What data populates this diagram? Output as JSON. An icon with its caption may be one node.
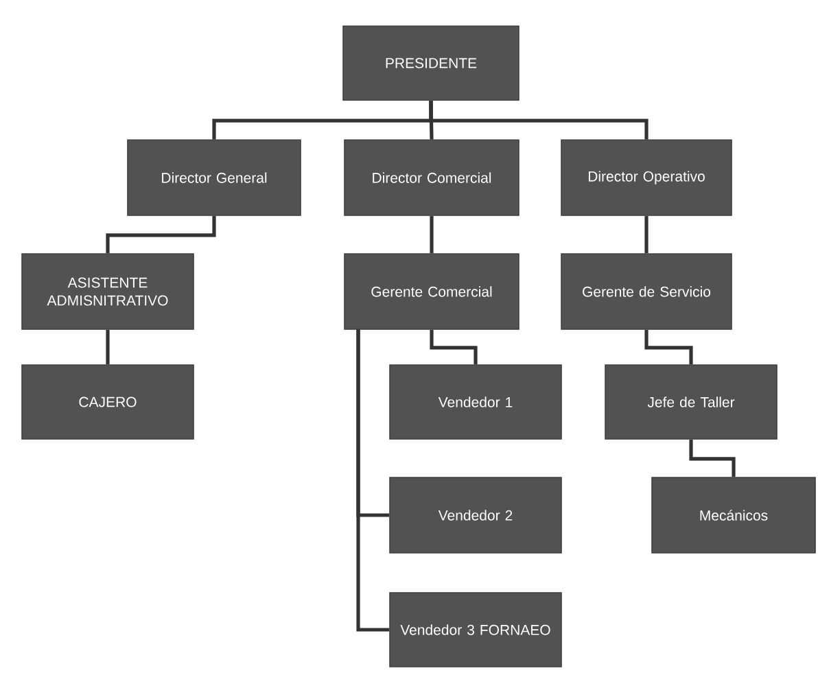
{
  "diagram": {
    "nodes": [
      {
        "text": [
          "PRESIDENTE"
        ]
      },
      {
        "text": [
          "Director General"
        ]
      },
      {
        "text": [
          "Director Comercial"
        ]
      },
      {
        "text": [
          "Director Operativo"
        ]
      },
      {
        "text": [
          "ASISTENTE ADMISNITRATIVO"
        ]
      },
      {
        "text": [
          "Gerente Comercial"
        ]
      },
      {
        "text": [
          "Gerente de Servicio"
        ]
      },
      {
        "text": [
          "CAJERO"
        ]
      },
      {
        "text": [
          "Vendedor 1"
        ]
      },
      {
        "text": [
          "Jefe de Taller"
        ]
      },
      {
        "text": [
          "Vendedor 2"
        ]
      },
      {
        "text": [
          "Mecánicos"
        ]
      },
      {
        "text": [
          "Vendedor 3 FORNAEO"
        ]
      }
    ],
    "edges": [
      {
        "from": 0,
        "to": 1,
        "arrow": "none"
      },
      {
        "from": 0,
        "to": 2,
        "arrow": "none"
      },
      {
        "from": 0,
        "to": 3,
        "arrow": "none"
      },
      {
        "from": 1,
        "to": 4,
        "arrow": "none"
      },
      {
        "from": 2,
        "to": 5,
        "arrow": "none"
      },
      {
        "from": 3,
        "to": 6,
        "arrow": "none"
      },
      {
        "from": 4,
        "to": 7,
        "arrow": "none"
      },
      {
        "from": 5,
        "to": 8,
        "arrow": "none"
      },
      {
        "from": 5,
        "to": 10,
        "arrow": "none"
      },
      {
        "from": 5,
        "to": 12,
        "arrow": "none"
      },
      {
        "from": 6,
        "to": 9,
        "arrow": "none"
      },
      {
        "from": 9,
        "to": 11,
        "arrow": "none"
      }
    ]
  }
}
